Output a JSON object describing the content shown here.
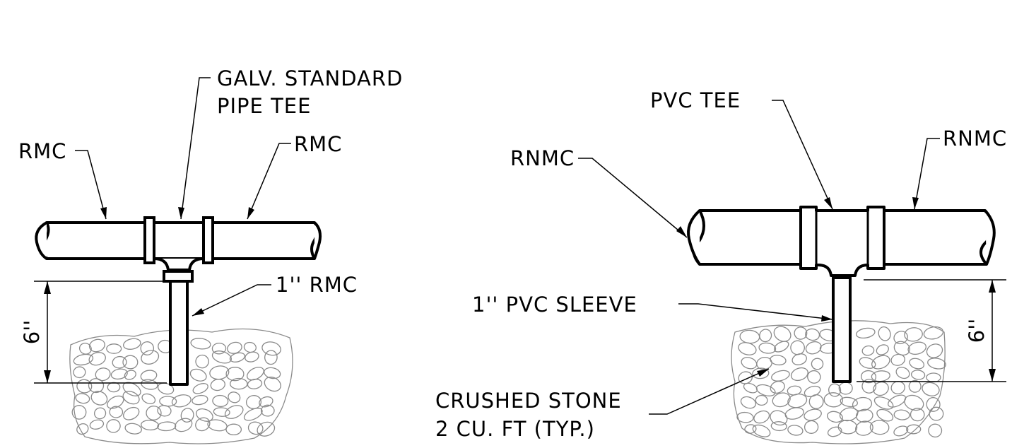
{
  "left_detail": {
    "tee_label_line1": "GALV. STANDARD",
    "tee_label_line2": "PIPE TEE",
    "rmc_left_label": "RMC",
    "rmc_right_label": "RMC",
    "rmc_1in_label": "1'' RMC",
    "dimension_label": "6''"
  },
  "right_detail": {
    "tee_label": "PVC TEE",
    "rnmc_left_label": "RNMC",
    "rnmc_right_label": "RNMC",
    "sleeve_label": "1'' PVC SLEEVE",
    "dimension_label": "6''"
  },
  "stone_label_line1": "CRUSHED STONE",
  "stone_label_line2": "2 CU. FT (TYP.)"
}
